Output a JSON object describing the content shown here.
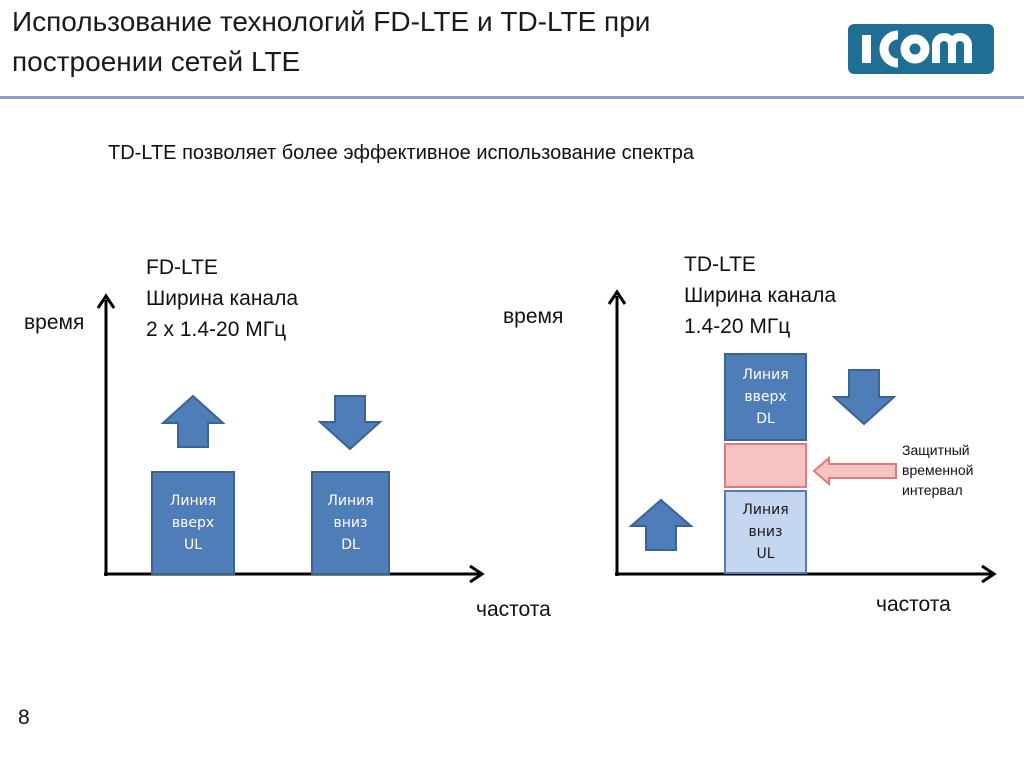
{
  "slide": {
    "title_lines": [
      "Использование технологий FD-LTE и TD-LTE при",
      "построении сетей LTE"
    ],
    "subtitle": "TD-LTE позволяет более эффективное использование спектра",
    "page_number": "8",
    "logo_text": "ICOM"
  },
  "fd_lte": {
    "caption": [
      "FD-LTE",
      "Ширина канала",
      "2 x 1.4-20 МГц"
    ],
    "y_axis_label": "время",
    "x_axis_label": "частота",
    "uplink_box": [
      "Линия",
      "вверх",
      "UL"
    ],
    "downlink_box": [
      "Линия",
      "вниз",
      "DL"
    ]
  },
  "td_lte": {
    "caption": [
      "TD-LTE",
      "Ширина канала",
      "1.4-20 МГц"
    ],
    "y_axis_label": "время",
    "x_axis_label": "частота",
    "upper_box": [
      "Линия",
      "вверх",
      "DL"
    ],
    "lower_box": [
      "Линия",
      "вниз",
      "UL"
    ],
    "guard_label": [
      "Защитный",
      "временной",
      "интервал"
    ]
  },
  "colors": {
    "block_fill": "#4f7db8",
    "block_border": "#3b6395",
    "block_light": "#c5d6f0",
    "guard_fill": "#f6c2c2",
    "guard_border": "#e07a7a",
    "rule": "#8da2c8",
    "logo": "#1f6f95"
  }
}
